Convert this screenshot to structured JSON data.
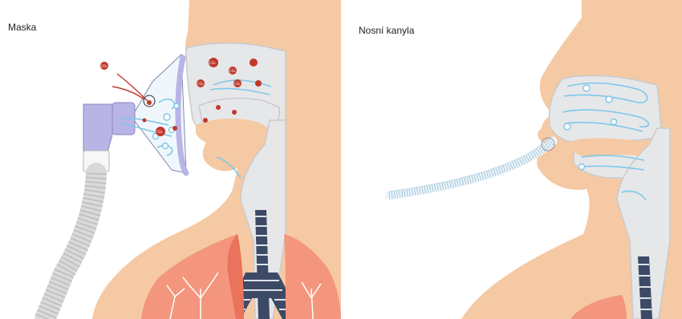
{
  "panels": [
    {
      "id": "mask",
      "label": "Maska"
    },
    {
      "id": "cannula",
      "label": "Nosní kanyla"
    }
  ],
  "glyphs": {
    "co2": "CO₂"
  },
  "colors": {
    "skin": "#f5c9a3",
    "airway": "#e6e7e9",
    "airway_outline": "#c9cacd",
    "lung": "#f4967e",
    "lung_dark": "#e9735c",
    "oxygen": "#7ec8e8",
    "co2": "#c0392b",
    "mask": "#b8b4e6",
    "tube": "#f2f2f2"
  }
}
